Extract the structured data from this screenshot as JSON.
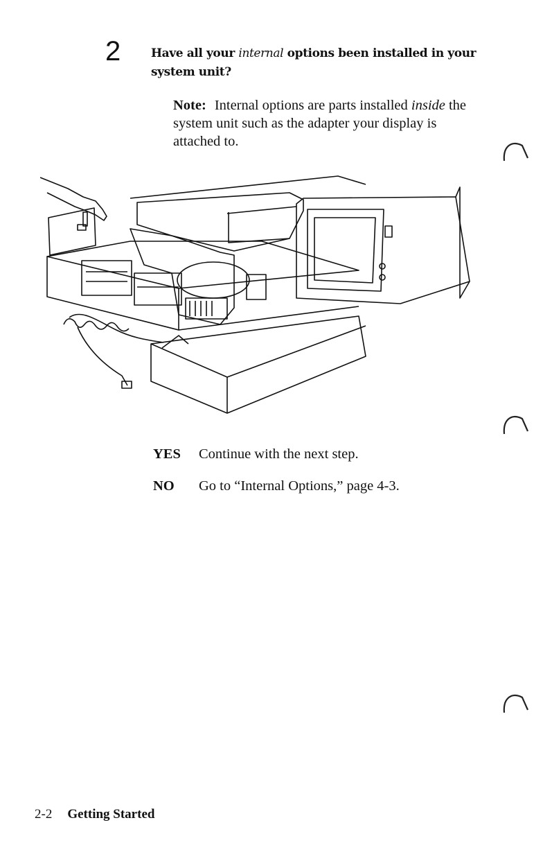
{
  "step": {
    "number": "2"
  },
  "question": {
    "part1": "Have all your ",
    "emphasis": "internal",
    "part2": " options been installed in your system unit?"
  },
  "note": {
    "label": "Note:",
    "text_part1": "Internal options are parts installed ",
    "emphasis": "inside",
    "text_part2": " the system unit such as the adapter your display is attached to."
  },
  "answers": [
    {
      "key": "YES",
      "text": "Continue with the next step."
    },
    {
      "key": "NO",
      "text": "Go to “Internal Options,” page 4-3."
    }
  ],
  "footer": {
    "page": "2-2",
    "section": "Getting Started"
  }
}
